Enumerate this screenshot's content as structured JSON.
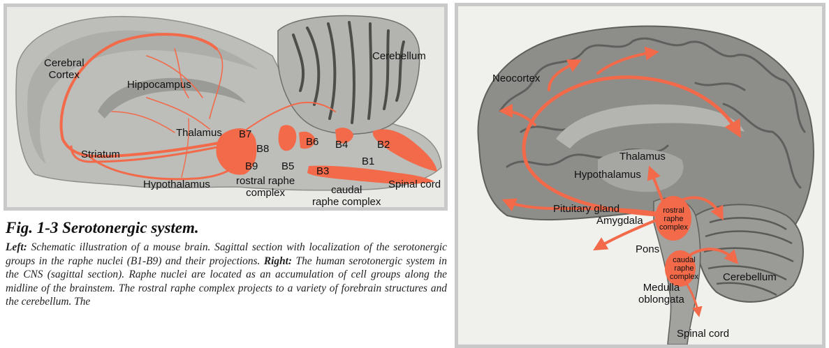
{
  "left_figure": {
    "labels": {
      "cerebral_cortex": "Cerebral\nCortex",
      "hippocampus": "Hippocampus",
      "cerebellum": "Cerebellum",
      "thalamus": "Thalamus",
      "striatum": "Striatum",
      "hypothalamus": "Hypothalamus",
      "b7": "B7",
      "b8": "B8",
      "b9": "B9",
      "b6": "B6",
      "b4": "B4",
      "b2": "B2",
      "b5": "B5",
      "b1": "B1",
      "b3": "B3",
      "rostral_raphe_complex": "rostral raphe\ncomplex",
      "caudal_raphe_complex": "caudal\nraphe complex",
      "spinal_cord": "Spinal cord"
    }
  },
  "right_figure": {
    "labels": {
      "neocortex": "Neocortex",
      "thalamus": "Thalamus",
      "hypothalamus": "Hypothalamus",
      "pituitary_gland": "Pituitary gland",
      "amygdala": "Amygdala",
      "rostral_raphe_complex": "rostral\nraphe\ncomplex",
      "pons": "Pons",
      "caudal_raphe_complex": "caudal\nraphe\ncomplex",
      "cerebellum": "Cerebellum",
      "medulla_oblongata": "Medulla\noblongata",
      "spinal_cord": "Spinal cord"
    }
  },
  "caption": {
    "title": "Fig. 1-3  Serotonergic system.",
    "left_label": "Left:",
    "left_text": " Schematic illustration of a mouse brain. Sagittal section with localization of the serotonergic groups in the raphe nuclei (B1-B9) and their projections. ",
    "right_label": "Right:",
    "right_text": " The human serotonergic system in the CNS (sagittal section). Raphe nuclei are located as an accumulation of cell groups along the midline of the brainstem. The rostral raphe complex projects to a variety of forebrain structures and the cerebellum. The"
  },
  "colors": {
    "projection": "#f26a4a",
    "tissue_light": "#b9b9b6",
    "tissue_dark": "#8e8e8b",
    "panel_border": "#c9c9c9"
  }
}
